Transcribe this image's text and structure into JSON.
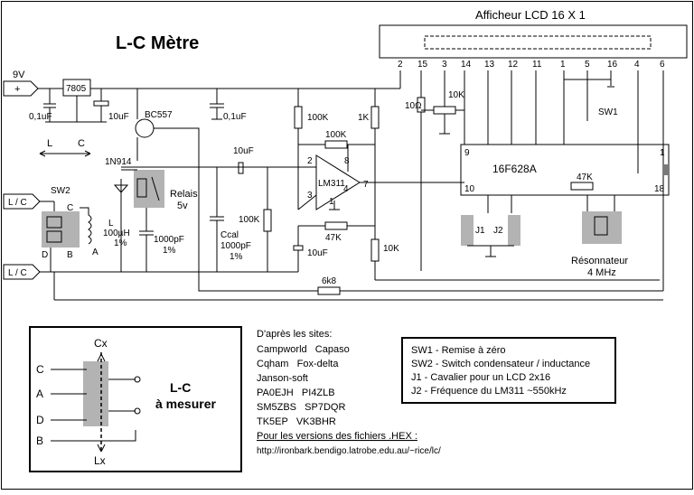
{
  "title": "L-C Mètre",
  "lcd": {
    "title": "Afficheur LCD 16 X 1",
    "pins": [
      "2",
      "15",
      "3",
      "14",
      "13",
      "12",
      "11",
      "1",
      "5",
      "16",
      "4",
      "6"
    ]
  },
  "power": {
    "input": "9V",
    "regulator": "7805",
    "plus": "+"
  },
  "components": {
    "c1": "0,1uF",
    "c2": "10uF",
    "c3": "0,1uF",
    "transistor": "BC557",
    "diode": "1N914",
    "relay_1": "Relais",
    "relay_2": "5v",
    "r_100k_a": "100K",
    "r_100k_b": "100K",
    "r_100k_c": "100K",
    "r_1k": "1K",
    "r_10ohm": "10Ω",
    "r_10k_pot": "10K",
    "r_10k": "10K",
    "r_47k_a": "47K",
    "r_47k_b": "47K",
    "r_6k8": "6k8",
    "c_10uf_a": "10uF",
    "c_10uf_b": "10uF",
    "c_1000pf": "1000pF",
    "c_1000pf_pct": "1%",
    "ccal_1": "Ccal",
    "ccal_2": "1000pF",
    "ccal_3": "1%",
    "l_1": "L",
    "l_2": "100µH",
    "l_3": "1%",
    "comparator": "LM311",
    "mcu": "16F628A",
    "sw1": "SW1",
    "sw2": "SW2",
    "j1": "J1",
    "j2": "J2",
    "resonator_1": "Résonnateur",
    "resonator_2": "4 MHz",
    "lc_in_1": "L / C",
    "lc_in_2": "L / C",
    "sel_L": "L",
    "sel_C": "C"
  },
  "pins": {
    "lm_2": "2",
    "lm_3": "3",
    "lm_8": "8",
    "lm_7": "7",
    "lm_1": "1",
    "lm_4": "4",
    "mcu_9": "9",
    "mcu_1": "1",
    "mcu_10": "10",
    "mcu_18": "18",
    "sw2_C": "C",
    "sw2_D": "D",
    "sw2_B": "B",
    "sw2_A": "A"
  },
  "inset": {
    "top": "Cx",
    "bottom": "Lx",
    "C": "C",
    "A": "A",
    "D": "D",
    "B": "B",
    "label_1": "L-C",
    "label_2": "à mesurer"
  },
  "sites": {
    "heading": "D'après les sites:",
    "lines": [
      "Campworld   Capaso",
      "Cqham   Fox-delta",
      "Janson-soft",
      "PA0EJH   PI4ZLB",
      "SM5ZBS   SP7DQR",
      "TK5EP   VK3BHR"
    ],
    "hex_heading": "Pour les versions des fichiers .HEX :",
    "url": "http://ironbark.bendigo.latrobe.edu.au/~rice/lc/"
  },
  "legend": [
    "SW1 - Remise à zéro",
    "SW2 - Switch condensateur / inductance",
    "J1 - Cavalier pour un LCD 2x16",
    "J2 - Fréquence du LM311 ~550kHz"
  ]
}
